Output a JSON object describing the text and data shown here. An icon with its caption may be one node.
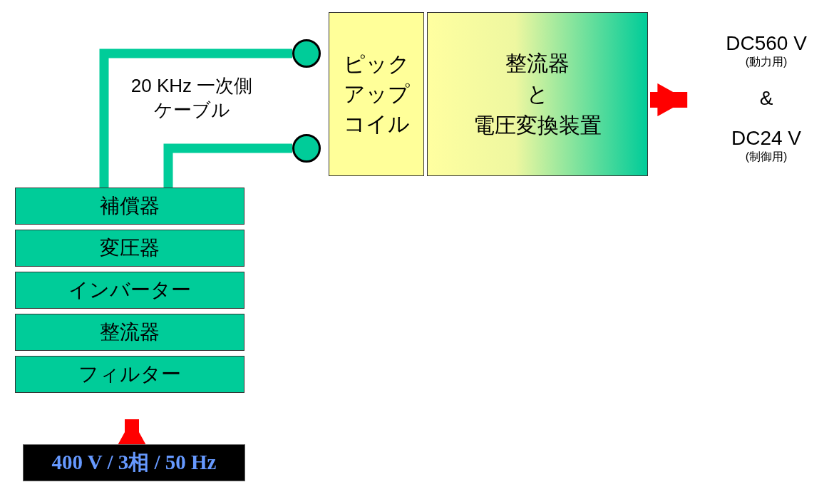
{
  "diagram": {
    "nodes": [
      {
        "text": [
          "補償器"
        ]
      },
      {
        "text": [
          "変圧器"
        ]
      },
      {
        "text": [
          "インバーター"
        ]
      },
      {
        "text": [
          "整流器"
        ]
      },
      {
        "text": [
          "フィルター"
        ]
      },
      {
        "text": [
          "400 V / 3相 / 50 Hz"
        ]
      },
      {
        "text": [],
        "shape": "circle"
      },
      {
        "text": [],
        "shape": "circle"
      },
      {
        "text": [
          "ピックアップコイル"
        ]
      },
      {
        "text": [
          "整流器",
          "と",
          "電圧変換装置"
        ]
      },
      {
        "text": [
          "DC560 V",
          "(動力用)",
          "&",
          "DC24 V",
          "(制御用)"
        ]
      }
    ],
    "edges": [
      {
        "from": 5,
        "to": 4,
        "arrow": "to",
        "color": "#ff0000"
      },
      {
        "from": 0,
        "to": 6,
        "arrow": "none",
        "color": "#00cc99"
      },
      {
        "from": 0,
        "to": 7,
        "arrow": "none",
        "color": "#00cc99"
      },
      {
        "from": 9,
        "to": 10,
        "arrow": "to",
        "color": "#ff0000"
      }
    ],
    "labels": [
      "20 KHz 一次側ケーブル"
    ]
  }
}
